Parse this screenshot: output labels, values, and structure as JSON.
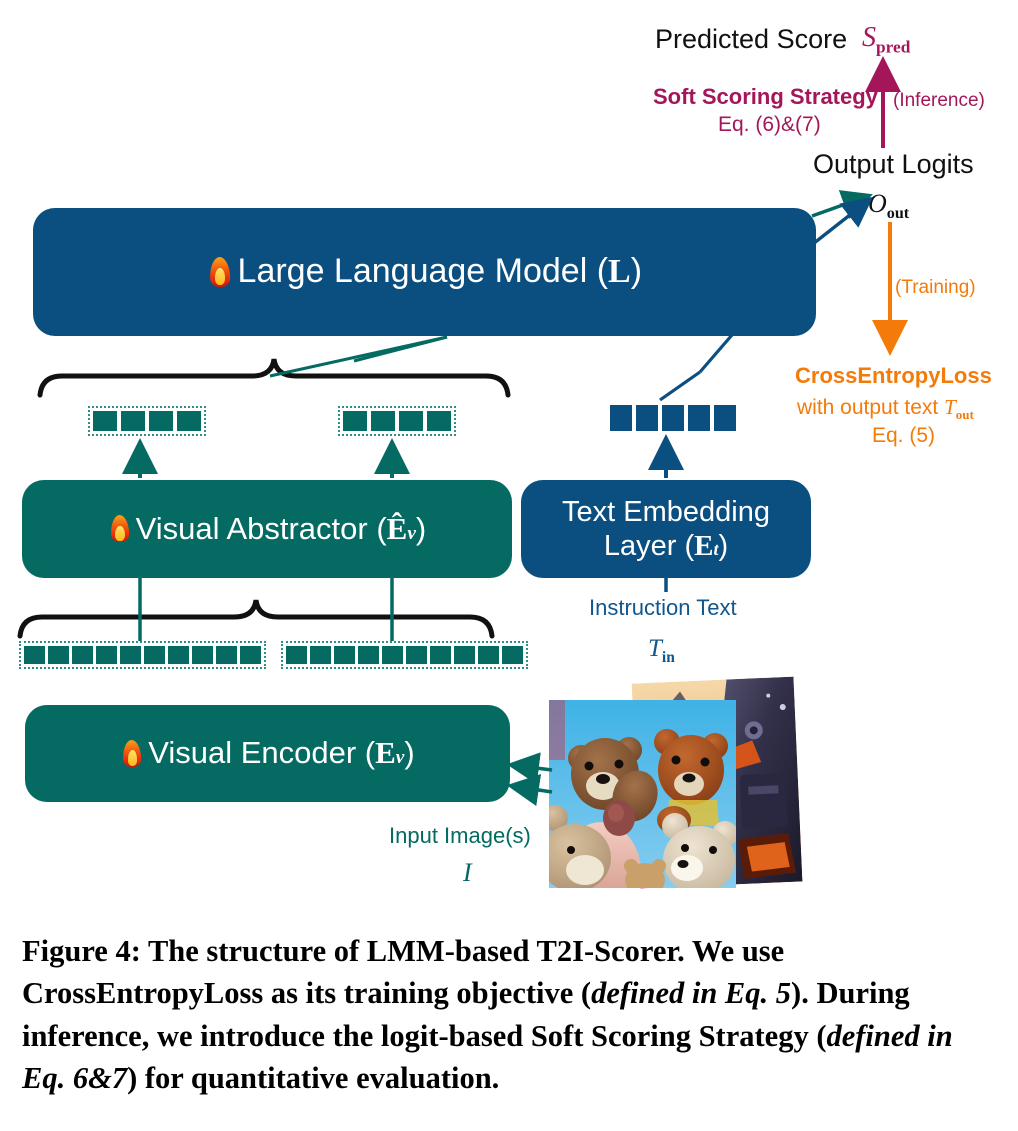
{
  "figure": {
    "caption_prefix": "Figure 4:",
    "caption_line1": " The structure of LMM-based T2I-Scorer. We use",
    "caption_line2a": "CrossEntropyLoss as its training objective (",
    "caption_line2b": "defined in Eq. 5",
    "caption_line2c": ").",
    "caption_line3": "During inference, we introduce the logit-based Soft Scoring",
    "caption_line4a": "Strategy (",
    "caption_line4b": "defined in Eq. 6&7",
    "caption_line4c": ") for quantitative evaluation."
  },
  "colors": {
    "blue": "#0b4f81",
    "teal": "#046a62",
    "magenta": "#a4165a",
    "orange": "#f47b0a",
    "black": "#111111",
    "white": "#ffffff"
  },
  "modules": {
    "llm": {
      "label": "Large Language Model (",
      "symbol": "L",
      "closing": ")",
      "trainable": true,
      "color": "#0b4f81"
    },
    "visual_abstractor": {
      "label": "Visual Abstractor (",
      "symbol": "Ê",
      "subscript": "v",
      "closing": ")",
      "trainable": true,
      "color": "#046a62"
    },
    "visual_encoder": {
      "label": "Visual Encoder (",
      "symbol": "E",
      "subscript": "v",
      "closing": ")",
      "trainable": true,
      "color": "#046a62"
    },
    "text_embedding": {
      "label_line1": "Text Embedding",
      "label_line2": "Layer (",
      "symbol": "E",
      "subscript": "t",
      "closing": ")",
      "trainable": false,
      "color": "#0b4f81"
    }
  },
  "annotations": {
    "predicted_score": "Predicted Score",
    "s_pred_symbol": "S",
    "s_pred_sub": "pred",
    "soft_scoring_title": "Soft Scoring Strategy",
    "soft_scoring_eq": "Eq. (6)&(7)",
    "inference_label": "(Inference)",
    "output_logits": "Output Logits",
    "o_out_symbol": "O",
    "o_out_sub": "out",
    "training_label": "(Training)",
    "loss_title": "CrossEntropyLoss",
    "loss_sub_prefix": "with output text ",
    "loss_sub_symbol": "T",
    "loss_sub_sub": "out",
    "loss_eq": "Eq. (5)",
    "instruction_text": "Instruction Text",
    "t_in_symbol": "T",
    "t_in_sub": "in",
    "input_images": "Input Image(s)",
    "i_symbol": "I"
  },
  "tokens": {
    "abstractor_out_group1_count": 4,
    "abstractor_out_group2_count": 4,
    "encoder_out_group1_count": 10,
    "encoder_out_group2_count": 10,
    "text_token_count": 5,
    "teal_color": "#046a62",
    "blue_color": "#0b4f81"
  },
  "images": {
    "thumb_back_alt": "robot-mech-illustration",
    "thumb_front_alt": "teddy-bears-photo"
  }
}
